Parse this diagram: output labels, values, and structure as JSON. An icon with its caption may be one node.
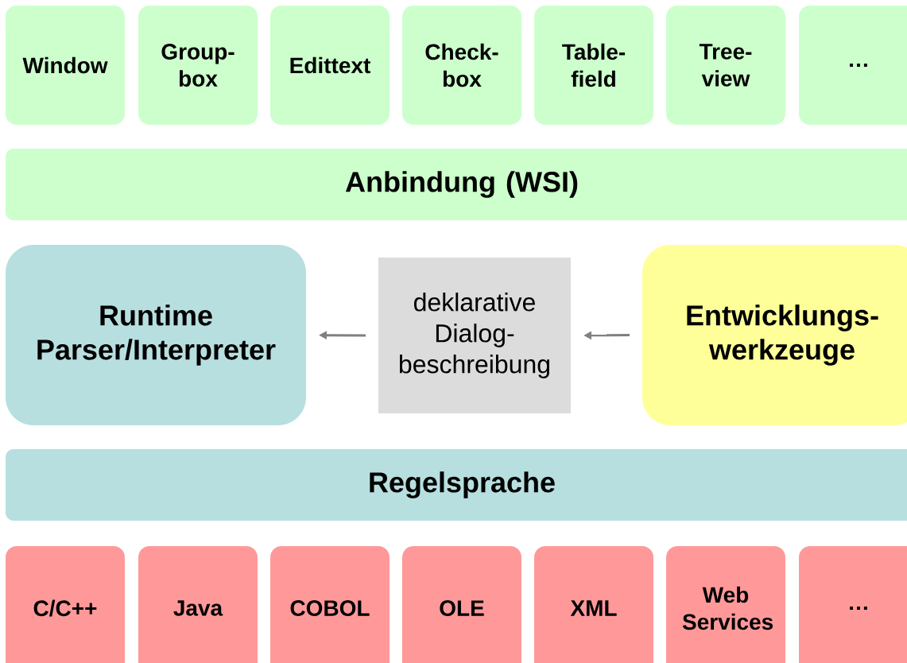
{
  "diagram": {
    "nodes": [
      {
        "text": [
          "Window"
        ]
      },
      {
        "text": [
          "Group- box"
        ]
      },
      {
        "text": [
          "Edittext"
        ]
      },
      {
        "text": [
          "Check- box"
        ]
      },
      {
        "text": [
          "Table- field"
        ]
      },
      {
        "text": [
          "Tree- view"
        ]
      },
      {
        "text": [
          "…"
        ]
      },
      {
        "text": [
          "Anbindung (WSI)"
        ]
      },
      {
        "text": [
          "Runtime Parser/Interpreter"
        ]
      },
      {
        "text": [
          "deklarative Dialog- beschreibung"
        ]
      },
      {
        "text": [
          "Entwicklungs- werkzeuge"
        ]
      },
      {
        "text": [
          "Regelsprache"
        ]
      },
      {
        "text": [
          "C/C++"
        ]
      },
      {
        "text": [
          "Java"
        ]
      },
      {
        "text": [
          "COBOL"
        ]
      },
      {
        "text": [
          "OLE"
        ]
      },
      {
        "text": [
          "XML"
        ]
      },
      {
        "text": [
          "Web Services"
        ]
      },
      {
        "text": [
          "…"
        ]
      }
    ],
    "edges": [
      {
        "from": 9,
        "to": 8,
        "arrow": "to"
      },
      {
        "from": 10,
        "to": 9,
        "arrow": "to"
      }
    ]
  }
}
